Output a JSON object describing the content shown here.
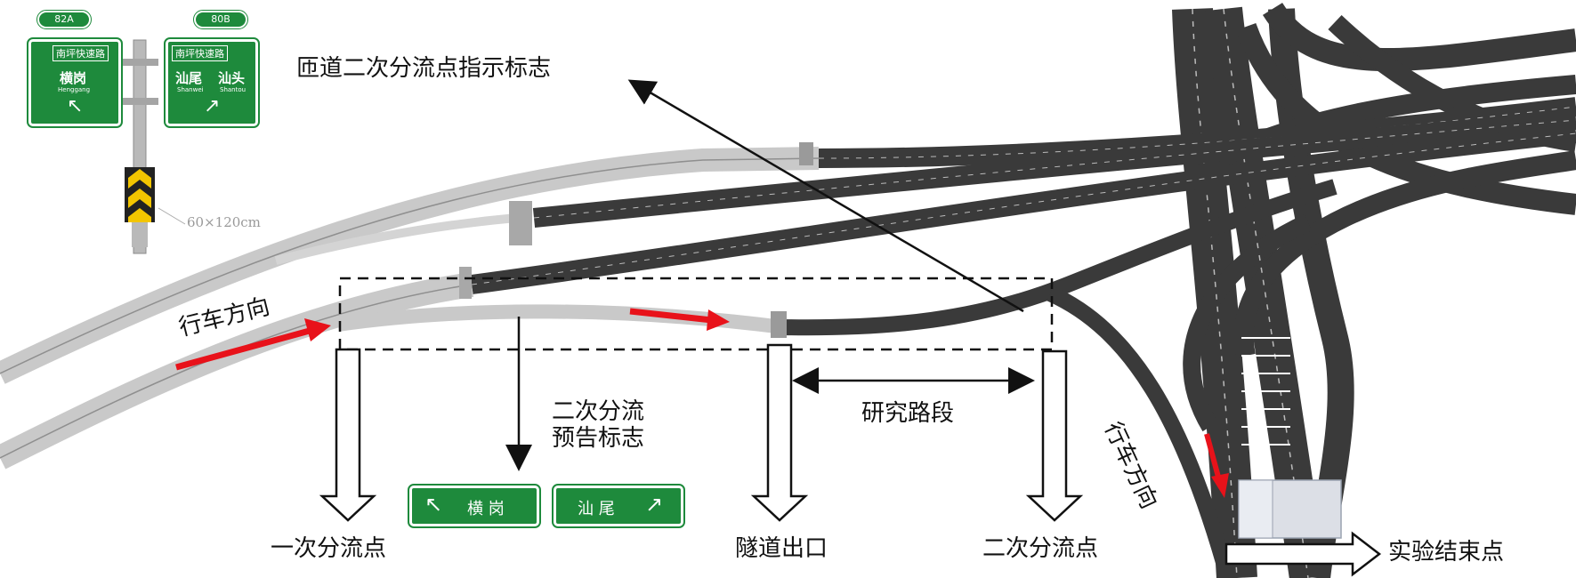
{
  "labels": {
    "ramp_secondary_diverge_sign": "匝道二次分流点指示标志",
    "driving_direction_left": "行车方向",
    "driving_direction_right": "行车方向",
    "secondary_diverge_advance_sign": "二次分流\n预告标志",
    "study_section": "研究路段",
    "first_diverge_point": "一次分流点",
    "tunnel_exit": "隧道出口",
    "second_diverge_point": "二次分流点",
    "experiment_end_point": "实验结束点"
  },
  "gantry_sign": {
    "left_route_number": "82A",
    "right_route_number": "80B",
    "left_road_name": "南坪快速路",
    "right_road_name": "南坪快速路",
    "left_destination": "横岗",
    "left_destination_pinyin": "Henggang",
    "right_destinations": [
      "汕尾",
      "汕头"
    ],
    "right_destinations_pinyin": [
      "Shanwei",
      "Shantou"
    ],
    "chevron_size": "60×120cm"
  },
  "advance_signs": {
    "left": "横 岗",
    "right": "汕 尾"
  },
  "colors": {
    "sign_green": "#1e8a3c",
    "road_dark": "#3a3a3a",
    "road_light": "#c9c9c9",
    "direction_arrow": "#e8121a",
    "dashed_box": "#111111"
  }
}
